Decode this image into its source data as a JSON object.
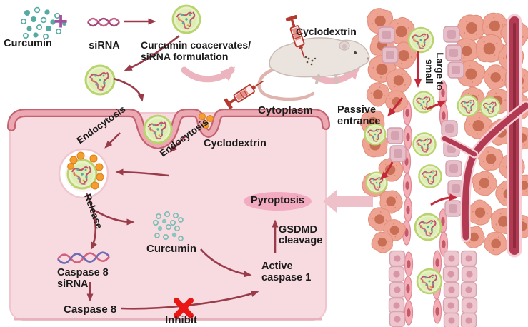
{
  "diagram": {
    "ingredients": {
      "curcumin_label": "Curcumin",
      "plus_sign": "+",
      "sirna_label": "siRNA"
    },
    "formulation": {
      "line1": "Curcumin coacervates/",
      "line2": "siRNA formulation"
    },
    "injection": {
      "cyclodextrin_label": "Cyclodextrin"
    },
    "cell": {
      "cytoplasm_label": "Cytoplasm",
      "endocytosis_left_label": "Endocytosis",
      "endocytosis_right_label": "Endocytosis",
      "cyclodextrin_label": "Cyclodextrin",
      "release_label": "Release",
      "curcumin_label": "Curcumin",
      "caspase8_sirna_line1": "Caspase 8",
      "caspase8_sirna_line2": "siRNA",
      "caspase8_label": "Caspase 8",
      "inhibit_label": "Inhibit",
      "active_caspase_line1": "Active",
      "active_caspase_line2": "caspase 1",
      "gsdmd_line1": "GSDMD",
      "gsdmd_line2": "cleavage",
      "pyroptosis_label": "Pyroptosis"
    },
    "tumor": {
      "passive_line1": "Passive",
      "passive_line2": "entrance",
      "large_small_line1": "Large to",
      "large_small_line2": "small"
    }
  },
  "colors": {
    "background": "#ffffff",
    "cytoplasm_fill": "#f8dbe1",
    "membrane": "#eda9b3",
    "membrane_edge": "#c4636f",
    "dark_arrow": "#9a3b49",
    "red_arrow": "#c32939",
    "pink_arrow": "#ecb4be",
    "nanoparticle_fill": "#e7f2c9",
    "nanoparticle_ring": "#b9d36e",
    "curcumin_teal": "#55aaa4",
    "sirna_pink": "#c75f86",
    "sirna_blue": "#6f6bb4",
    "plus_purple": "#a4509e",
    "cyclodextrin_orange": "#f59d2e",
    "pyroptosis_fill": "#f3abc1",
    "tumor_cell_fill": "#efa493",
    "tumor_nucleus": "#c96f55",
    "epithelial_fill": "#eec6ce",
    "vessel_red": "#b23a52",
    "inhibit_red": "#ea1515",
    "text": "#1b1b1b"
  }
}
